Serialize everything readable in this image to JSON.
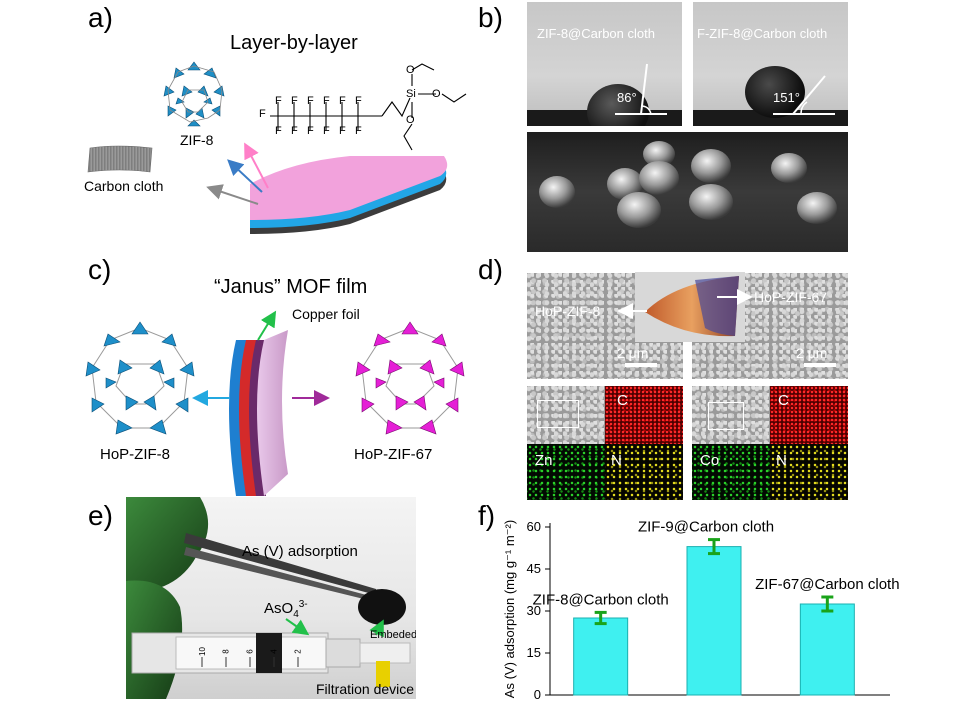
{
  "panel_labels": {
    "a": "a)",
    "b": "b)",
    "c": "c)",
    "d": "d)",
    "e": "e)",
    "f": "f)"
  },
  "panel_a": {
    "title": "Layer-by-layer",
    "zif_label": "ZIF-8",
    "cloth_label": "Carbon cloth",
    "f_atoms": [
      "F",
      "F",
      "F",
      "F",
      "F",
      "F",
      "F",
      "F",
      "F",
      "F",
      "F",
      "F",
      "F"
    ],
    "silane_si": "Si",
    "silane_o": [
      "O",
      "O",
      "O"
    ]
  },
  "panel_b": {
    "left_caption": "ZIF-8@Carbon cloth",
    "right_caption": "F-ZIF-8@Carbon cloth",
    "left_angle": "86°",
    "right_angle": "151°"
  },
  "panel_c": {
    "title": "“Janus” MOF film",
    "foil_label": "Copper foil",
    "left_label": "HoP-ZIF-8",
    "right_label": "HoP-ZIF-67"
  },
  "panel_d": {
    "left_label": "HoP-ZIF-8",
    "right_label": "HoP-ZIF-67",
    "scale_left": "2 μm",
    "scale_right": "2 μm",
    "map_c_left": "C",
    "map_zn": "Zn",
    "map_n_left": "N",
    "map_c_right": "C",
    "map_co": "Co",
    "map_n_right": "N"
  },
  "panel_e": {
    "adsorption_label": "As (V) adsorption",
    "ion_label": "AsO",
    "ion_sub": "4",
    "ion_sup": "3-",
    "embedded_label": "Embeded",
    "device_label": "Filtration device",
    "syringe_ticks": [
      "10",
      "8",
      "6",
      "4",
      "2"
    ]
  },
  "chart_data": {
    "type": "bar",
    "categories": [
      "ZIF-8@Carbon cloth",
      "ZIF-9@Carbon cloth",
      "ZIF-67@Carbon cloth"
    ],
    "values": [
      27.5,
      53,
      32.5
    ],
    "errors": [
      2,
      2.5,
      2.5
    ],
    "ylabel": "As (V) adsorption (mg g⁻¹ m⁻²)",
    "ylim": [
      0,
      60
    ],
    "yticks": [
      0,
      15,
      30,
      45,
      60
    ],
    "bar_color": "#3ff0f0",
    "error_color": "#1aa31a"
  }
}
